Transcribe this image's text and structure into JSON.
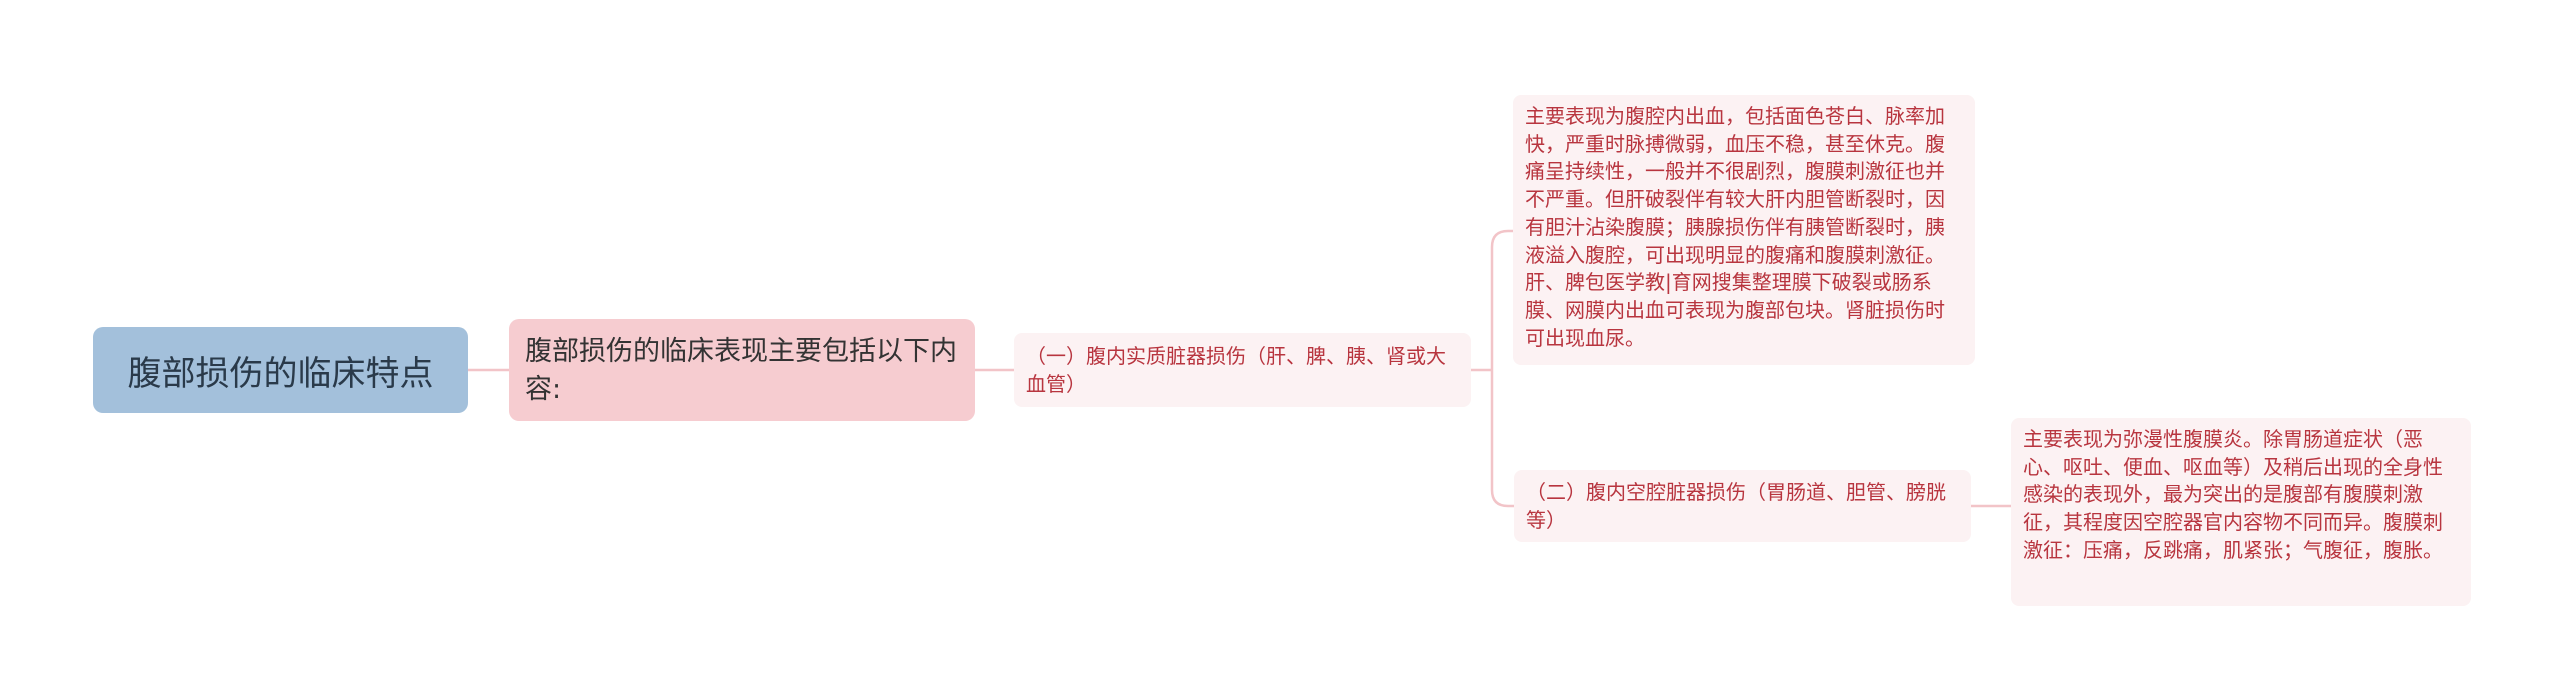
{
  "mindmap": {
    "root": "腹部损伤的临床特点",
    "level1": "腹部损伤的临床表现主要包括以下内容:",
    "branches": [
      {
        "label": "（一）腹内实质脏器损伤（肝、脾、胰、肾或大血管）",
        "detail": "主要表现为腹腔内出血，包括面色苍白、脉率加快，严重时脉搏微弱，血压不稳，甚至休克。腹痛呈持续性，一般并不很剧烈，腹膜刺激征也并不严重。但肝破裂伴有较大肝内胆管断裂时，因有胆汁沾染腹膜；胰腺损伤伴有胰管断裂时，胰液溢入腹腔，可出现明显的腹痛和腹膜刺激征。肝、脾包医学教|育网搜集整理膜下破裂或肠系膜、网膜内出血可表现为腹部包块。肾脏损伤时可出现血尿。"
      },
      {
        "label": "（二）腹内空腔脏器损伤（胃肠道、胆管、膀胱等）",
        "detail": "主要表现为弥漫性腹膜炎。除胃肠道症状（恶心、呕吐、便血、呕血等）及稍后出现的全身性感染的表现外，最为突出的是腹部有腹膜刺激征，其程度因空腔器官内容物不同而异。腹膜刺激征：压痛，反跳痛，肌紧张；气腹征，腹胀。"
      }
    ]
  },
  "colors": {
    "root_fill": "#a3c0db",
    "level1_fill": "#f6ccd0",
    "branch_fill": "#fcf2f3",
    "branch_text": "#b8353f",
    "connector": "#f2c4c8"
  }
}
